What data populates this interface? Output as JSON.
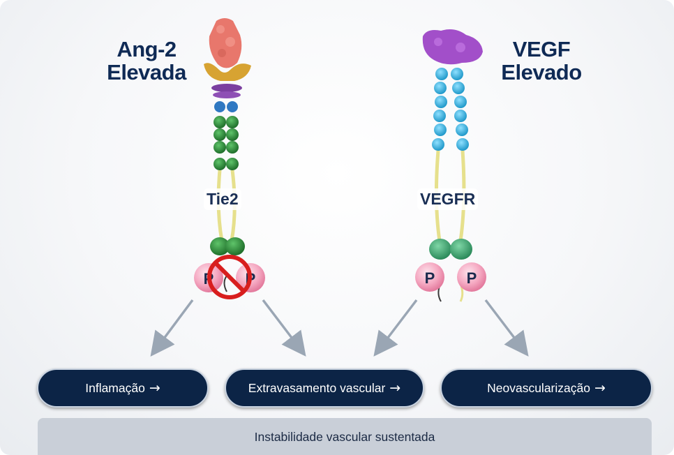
{
  "left": {
    "heading_line1": "Ang-2",
    "heading_line2": "Elevada",
    "receptor_label": "Tie2",
    "phospho_labels": [
      "P",
      "P"
    ],
    "blocked_icon": "no-entry-icon"
  },
  "right": {
    "heading_line1": "VEGF",
    "heading_line2": "Elevado",
    "receptor_label": "VEGFR",
    "phospho_labels": [
      "P",
      "P"
    ]
  },
  "outcomes": [
    {
      "label": "Inflamação",
      "arrow": "→"
    },
    {
      "label": "Extravasamento vascular",
      "arrow": "→"
    },
    {
      "label": "Neovascularização",
      "arrow": "→"
    }
  ],
  "bottom": {
    "label": "Instabilidade vascular sustentada"
  },
  "colors": {
    "navy": "#0c2446",
    "heading": "#0f2a55",
    "ligand_ang2": "#e8776c",
    "ligand_vegf": "#a24fc9",
    "tie2_green": "#2e8b3a",
    "vegfr_blue": "#3ab0dd",
    "phospho_pink": "#f4a7c0",
    "block_red": "#d81e1e",
    "arrow_gray": "#9aa6b4"
  }
}
